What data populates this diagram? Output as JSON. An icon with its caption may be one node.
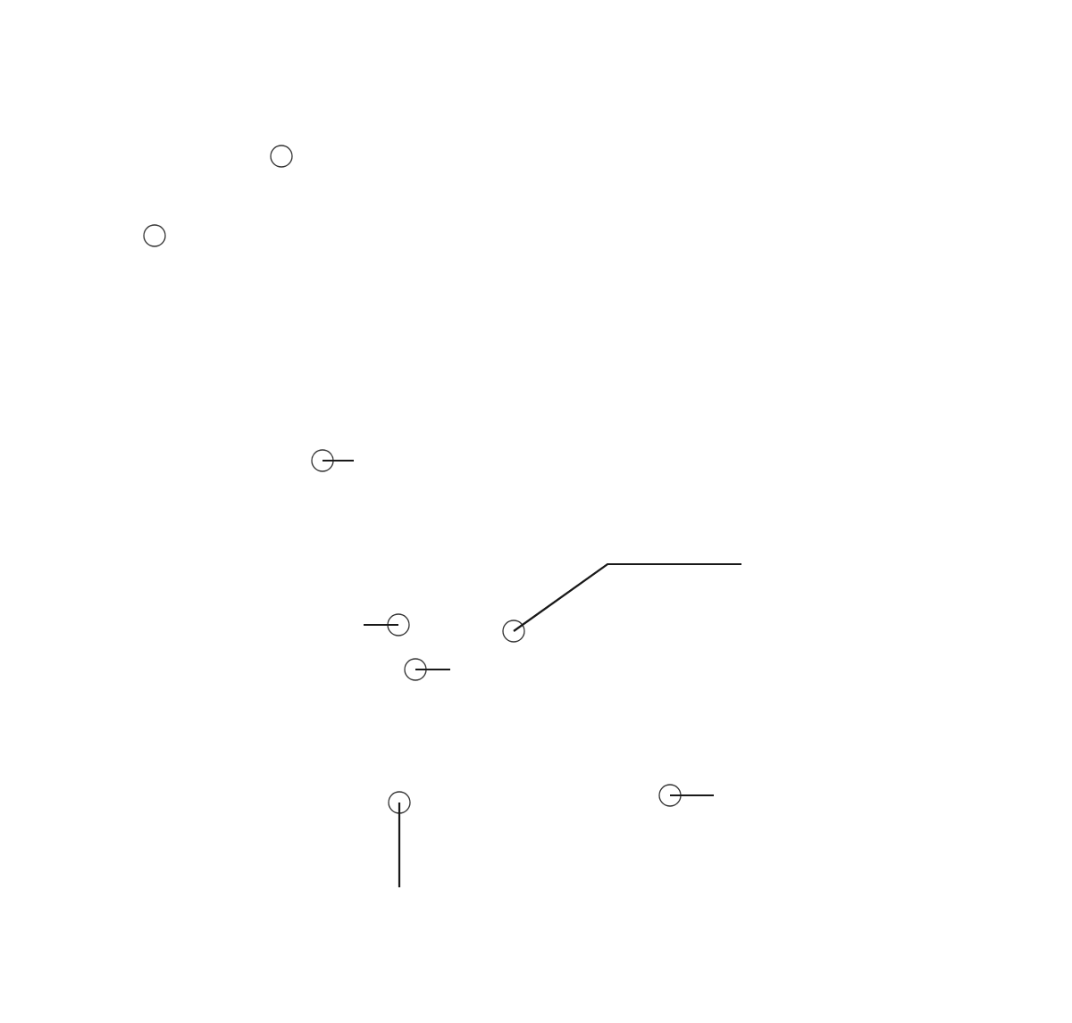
{
  "diagram": {
    "nodes": [
      {
        "text": [],
        "shape": "circle"
      },
      {
        "text": [],
        "shape": "circle"
      },
      {
        "text": [],
        "shape": "circle"
      },
      {
        "text": [],
        "shape": "circle"
      },
      {
        "text": [],
        "shape": "circle"
      },
      {
        "text": [],
        "shape": "circle"
      },
      {
        "text": [],
        "shape": "circle"
      },
      {
        "text": [],
        "shape": "circle"
      }
    ],
    "edges": [
      {
        "from": 2,
        "to": null,
        "arrow": "none"
      },
      {
        "from": 3,
        "to": null,
        "arrow": "none"
      },
      {
        "from": 4,
        "to": null,
        "arrow": "none"
      },
      {
        "from": 5,
        "to": null,
        "arrow": "none"
      },
      {
        "from": 6,
        "to": null,
        "arrow": "none"
      },
      {
        "from": 7,
        "to": null,
        "arrow": "none"
      }
    ]
  }
}
